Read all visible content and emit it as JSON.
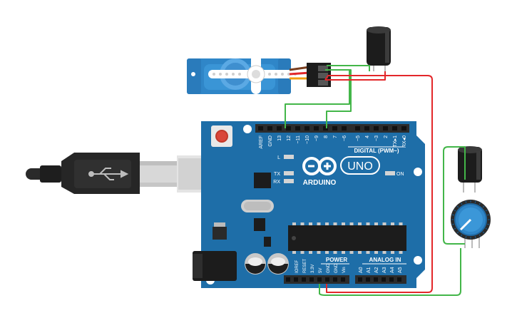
{
  "board": {
    "logo_text": "ARDUINO",
    "model_text": "UNO",
    "digital_header_label": "DIGITAL (PWM~)",
    "power_label": "POWER",
    "analog_label": "ANALOG IN",
    "on_label": "ON",
    "l_label": "L",
    "tx_label": "TX",
    "rx_label": "RX",
    "top_pin_labels": [
      "AREF",
      "GND",
      "13",
      "12",
      "~11",
      "~10",
      "~9",
      "8",
      "7",
      "~6",
      "~5",
      "4",
      "~3",
      "2",
      "TX▸1",
      "RX◂0"
    ],
    "power_pin_labels": [
      "IOREF",
      "RESET",
      "3.3V",
      "5V",
      "GND",
      "GND",
      "Vin"
    ],
    "analog_pin_labels": [
      "A0",
      "A1",
      "A2",
      "A3",
      "A4",
      "A5"
    ]
  },
  "wires": {
    "signal_color": "#43b649",
    "power_color": "#e3272a",
    "ground_color": "#43b649"
  },
  "colors": {
    "board_blue": "#1e6ea8",
    "board_dark": "#0f4d78",
    "header_black": "#2b2b2b",
    "servo_blue": "#2f86c8"
  },
  "components": [
    "servo-motor",
    "electrolytic-capacitor-1",
    "electrolytic-capacitor-2",
    "potentiometer",
    "usb-cable",
    "arduino-uno"
  ]
}
